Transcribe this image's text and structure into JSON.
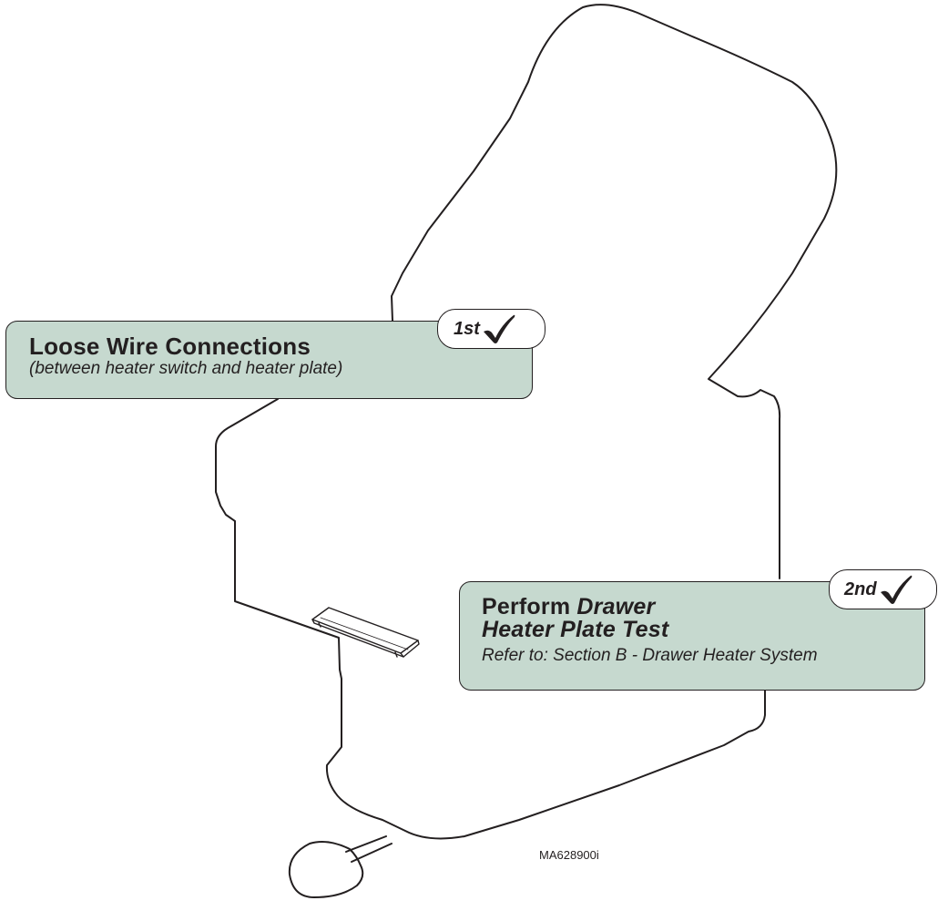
{
  "callouts": [
    {
      "title": "Loose Wire Connections",
      "subtitle": "(between heater switch and heater plate)",
      "badge": "1st",
      "badge_icon": "checkmark-icon"
    },
    {
      "title_prefix": "Perform",
      "title_italic_1": "Drawer",
      "title_italic_2": "Heater Plate Test",
      "subtitle": "Refer to: Section B - Drawer Heater System",
      "badge": "2nd",
      "badge_icon": "checkmark-icon"
    }
  ],
  "figure_code": "MA628900i",
  "colors": {
    "callout_fill": "#c6d9cf",
    "outline": "#231f20",
    "badge_fill": "#ffffff"
  }
}
